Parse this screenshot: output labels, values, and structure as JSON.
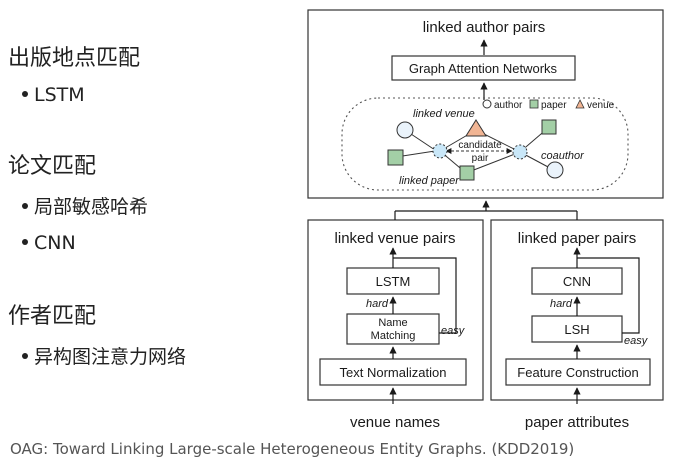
{
  "left": {
    "section1": {
      "title": "出版地点匹配",
      "bullets": [
        "LSTM"
      ]
    },
    "section2": {
      "title": "论文匹配",
      "bullets": [
        "局部敏感哈希",
        "CNN"
      ]
    },
    "section3": {
      "title": "作者匹配",
      "bullets": [
        "异构图注意力网络"
      ]
    }
  },
  "caption": "OAG: Toward Linking Large-scale Heterogeneous Entity Graphs. (KDD2019)",
  "diagram": {
    "top": {
      "output": "linked author pairs",
      "gat": "Graph Attention Networks",
      "legend": {
        "author": "author",
        "paper": "paper",
        "venue": "venue"
      },
      "linked_venue": "linked venue",
      "linked_paper": "linked paper",
      "candidate": "candidate",
      "pair": "pair",
      "coauthor": "coauthor"
    },
    "venue": {
      "title": "linked venue pairs",
      "model": "LSTM",
      "hard": "hard",
      "matching_1": "Name",
      "matching_2": "Matching",
      "easy": "easy",
      "norm": "Text Normalization",
      "input": "venue names"
    },
    "paper": {
      "title": "linked paper pairs",
      "model": "CNN",
      "hard": "hard",
      "matching": "LSH",
      "easy": "easy",
      "feature": "Feature Construction",
      "input": "paper attributes"
    }
  },
  "colors": {
    "square": "#a3cfa6",
    "triangle": "#f1b594",
    "circle": "#eaf3fb",
    "dashed_node": "#c9e7f8"
  }
}
